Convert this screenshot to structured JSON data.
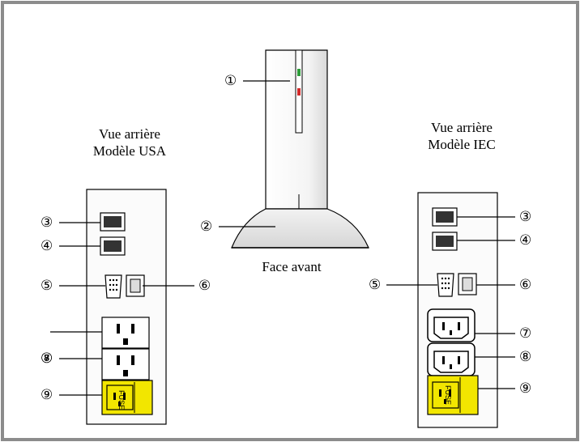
{
  "front_label": "Face avant",
  "usa_title": [
    "Vue arrière",
    "Modèle USA"
  ],
  "iec_title": [
    "Vue arrière",
    "Modèle IEC"
  ],
  "callouts": {
    "c1": "①",
    "c2": "②",
    "c3": "③",
    "c4": "④",
    "c5": "⑤",
    "c6": "⑥",
    "c7": "⑦",
    "c8": "⑧",
    "c9": "⑨"
  },
  "fuse_label": "FUSE",
  "colors": {
    "led_green": "#2e9d3a",
    "led_red": "#d42a2a",
    "fuse_yellow": "#f2e600",
    "frame_gray": "#8c8c8c"
  }
}
